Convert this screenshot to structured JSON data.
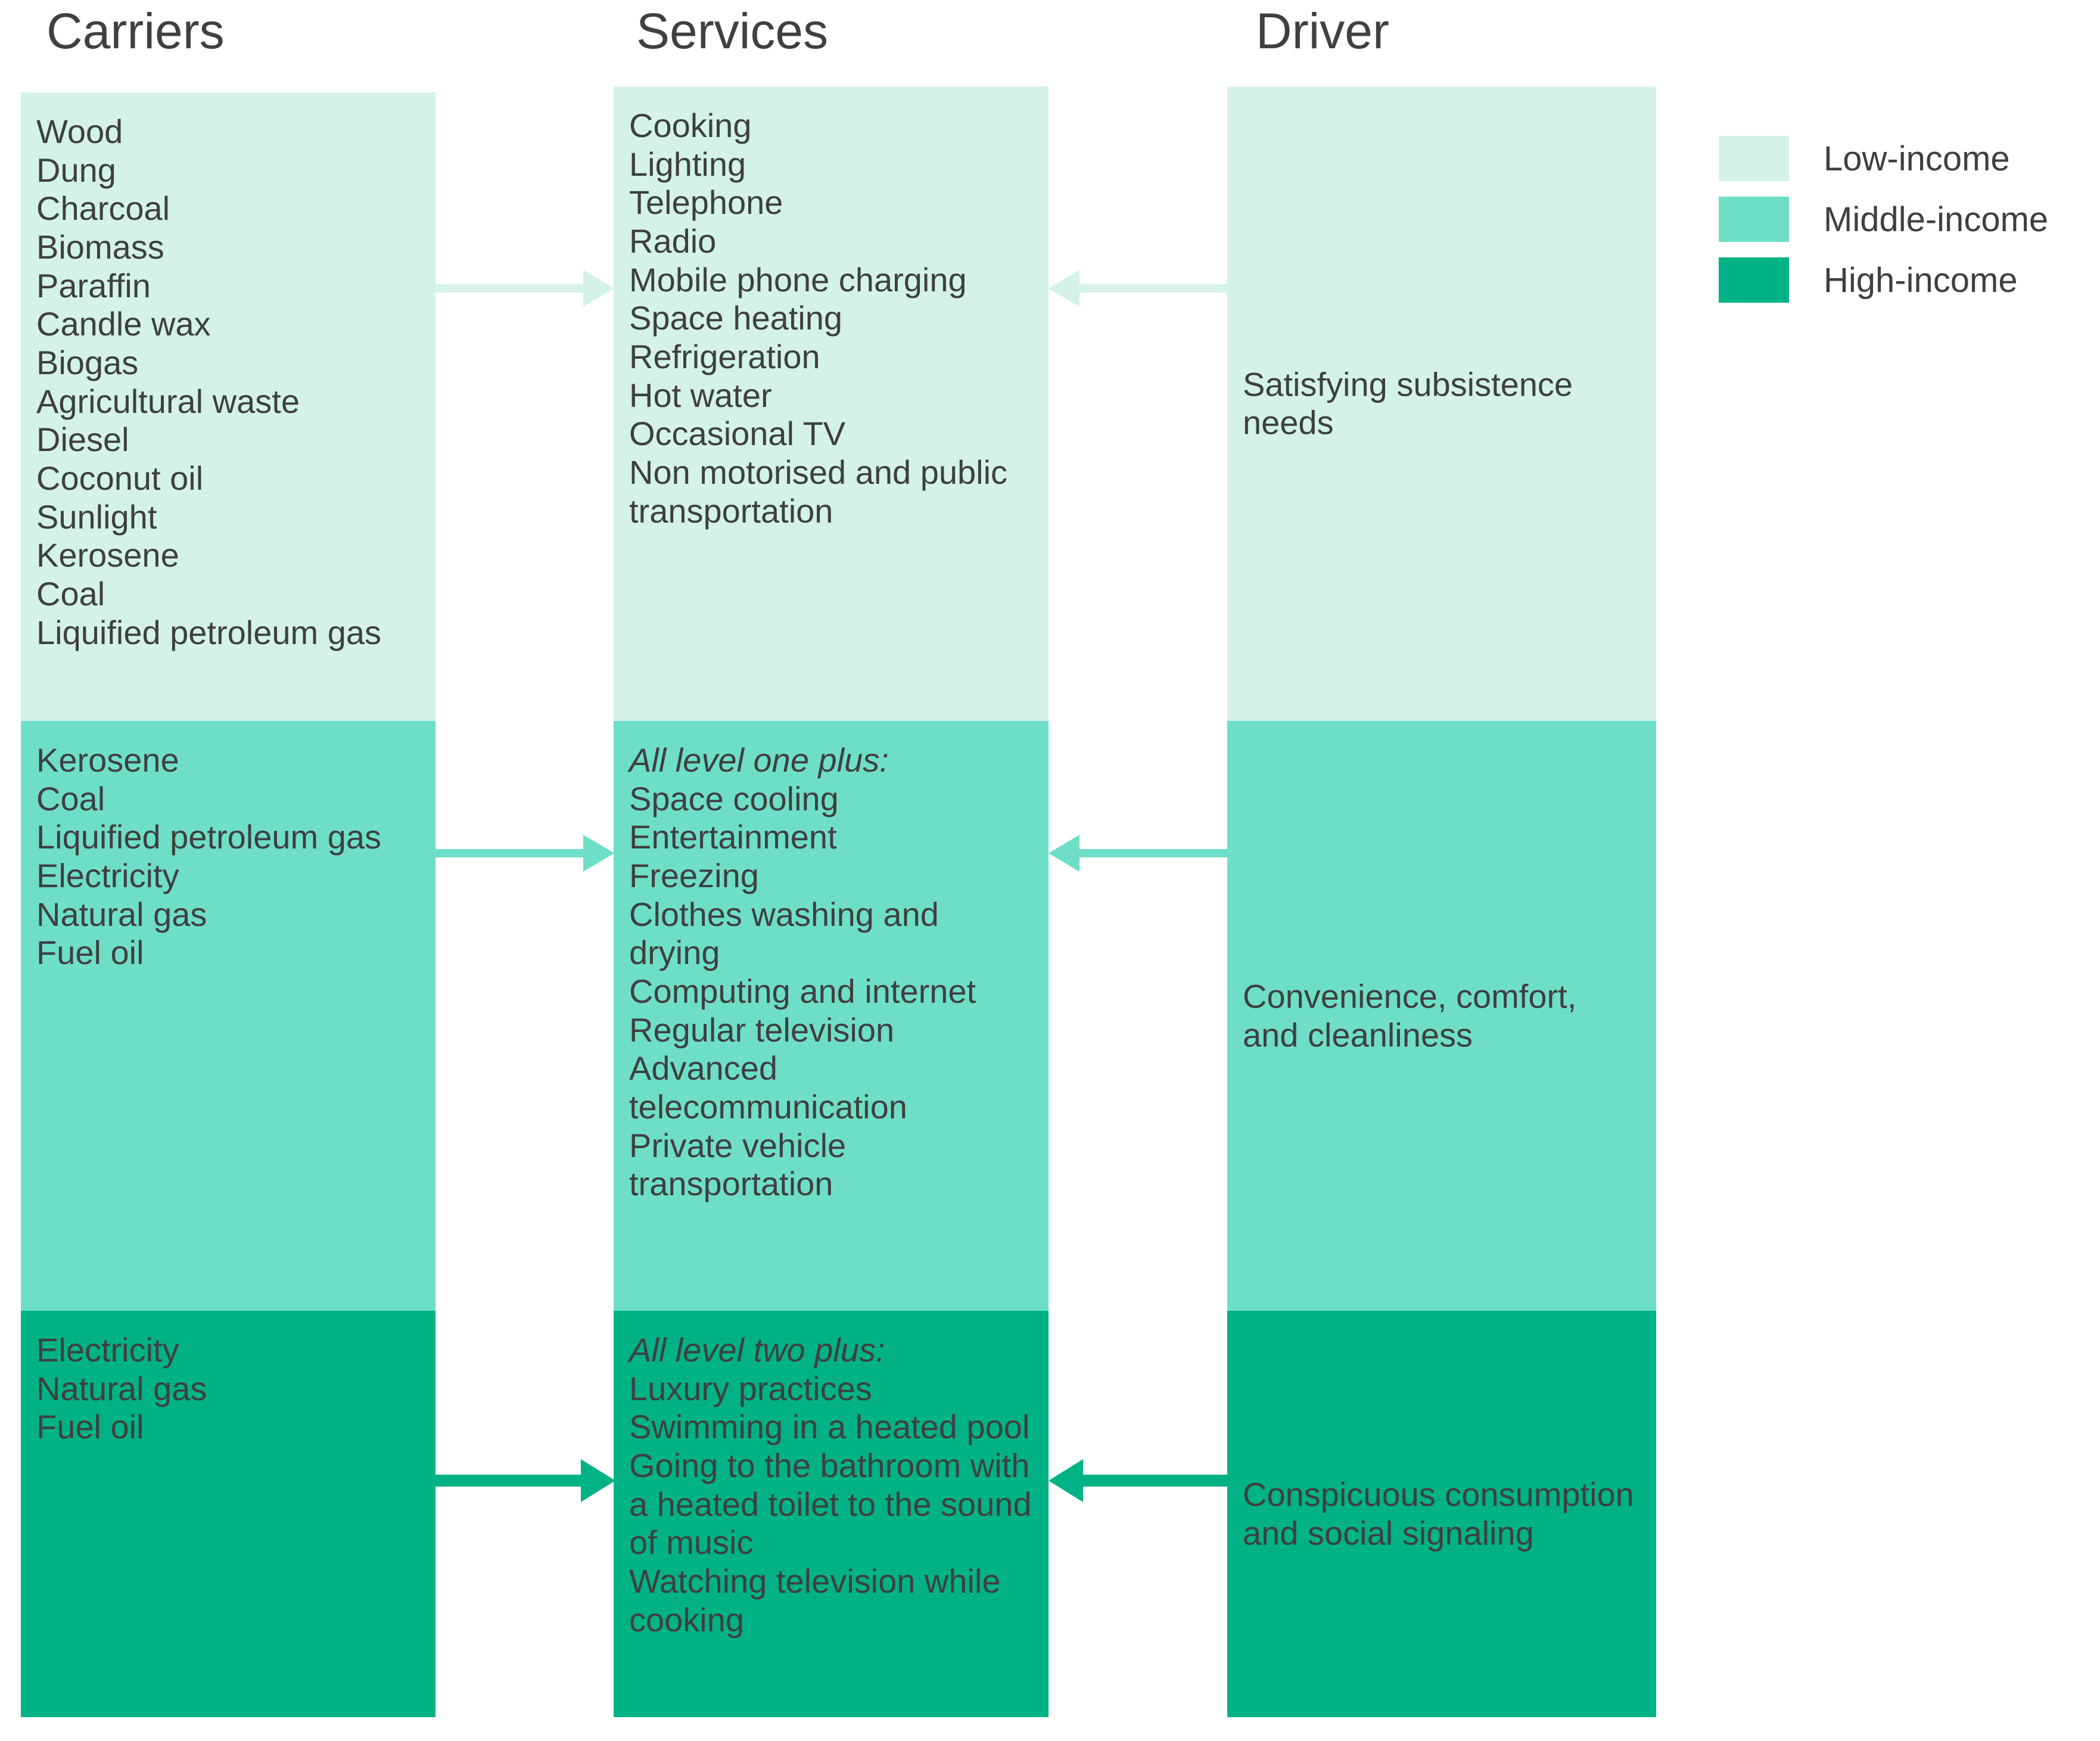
{
  "colors": {
    "low_income": "#d4f2ea",
    "middle_income": "#6edfc6",
    "high_income": "#00b286",
    "text": "#3f3f3f",
    "background": "#ffffff"
  },
  "columns": {
    "carriers": {
      "title": "Carriers",
      "levels": [
        {
          "level": "low_income",
          "items": [
            "Wood",
            "Dung",
            "Charcoal",
            "Biomass",
            "Paraffin",
            "Candle wax",
            "Biogas",
            "Agricultural waste",
            "Diesel",
            "Coconut oil",
            "Sunlight",
            "Kerosene",
            "Coal",
            "Liquified petroleum gas"
          ]
        },
        {
          "level": "middle_income",
          "items": [
            "Kerosene",
            "Coal",
            "Liquified petroleum gas",
            "Electricity",
            "Natural gas",
            "Fuel oil"
          ]
        },
        {
          "level": "high_income",
          "items": [
            "Electricity",
            "Natural gas",
            "Fuel oil"
          ]
        }
      ]
    },
    "services": {
      "title": "Services",
      "levels": [
        {
          "level": "low_income",
          "items": [
            "Cooking",
            "Lighting",
            "Telephone",
            "Radio",
            "Mobile phone charging",
            "Space heating",
            "Refrigeration",
            "Hot water",
            "Occasional TV",
            "Non motorised and public transportation"
          ]
        },
        {
          "level": "middle_income",
          "heading": "All level one plus:",
          "items": [
            "Space cooling",
            "Entertainment",
            "Freezing",
            "Clothes washing and drying",
            "Computing and internet",
            "Regular television",
            "Advanced telecommunication",
            "Private vehicle transportation"
          ]
        },
        {
          "level": "high_income",
          "heading": "All level two plus:",
          "items": [
            "Luxury practices",
            "Swimming in a heated pool",
            "Going to the bathroom with a heated toilet to the sound of music",
            "Watching television while cooking"
          ]
        }
      ]
    },
    "driver": {
      "title": "Driver",
      "levels": [
        {
          "level": "low_income",
          "items": [
            "Satisfying subsistence needs"
          ]
        },
        {
          "level": "middle_income",
          "items": [
            "Convenience, comfort, and cleanliness"
          ]
        },
        {
          "level": "high_income",
          "items": [
            "Conspicuous consumption and social signaling"
          ]
        }
      ]
    }
  },
  "arrows": [
    {
      "name": "carriers-to-services-low",
      "direction": "right",
      "level": "low_income"
    },
    {
      "name": "driver-to-services-low",
      "direction": "left",
      "level": "low_income"
    },
    {
      "name": "carriers-to-services-mid",
      "direction": "right",
      "level": "middle_income"
    },
    {
      "name": "driver-to-services-mid",
      "direction": "left",
      "level": "middle_income"
    },
    {
      "name": "carriers-to-services-high",
      "direction": "right",
      "level": "high_income"
    },
    {
      "name": "driver-to-services-high",
      "direction": "left",
      "level": "high_income"
    }
  ],
  "legend": {
    "items": [
      {
        "label": "Low-income",
        "color": "#d4f2ea"
      },
      {
        "label": "Middle-income",
        "color": "#6edfc6"
      },
      {
        "label": "High-income",
        "color": "#00b286"
      }
    ]
  }
}
